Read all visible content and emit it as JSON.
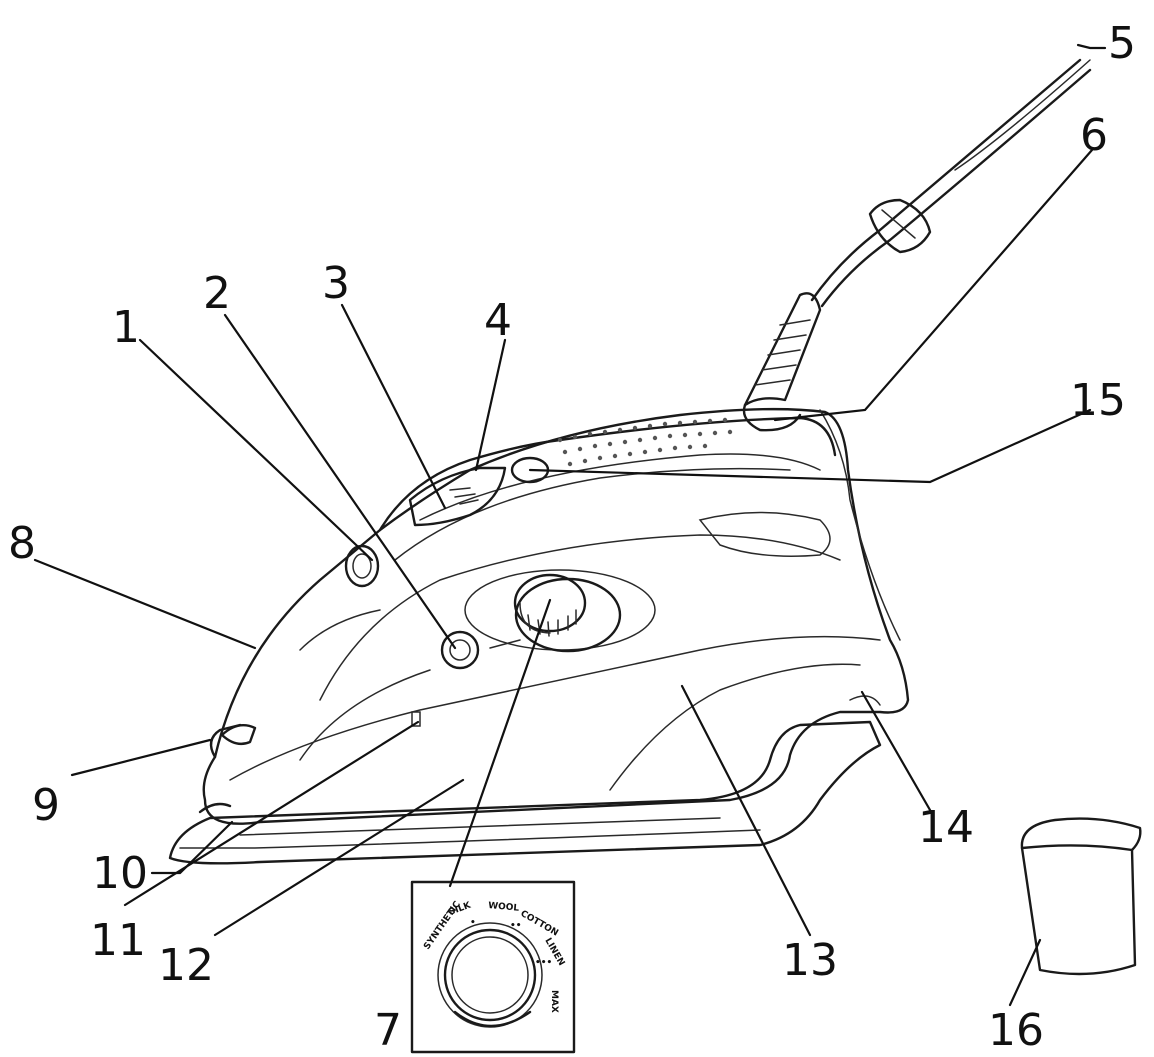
{
  "callouts": [
    {
      "id": "1",
      "label": "1"
    },
    {
      "id": "2",
      "label": "2"
    },
    {
      "id": "3",
      "label": "3"
    },
    {
      "id": "4",
      "label": "4"
    },
    {
      "id": "5",
      "label": "5"
    },
    {
      "id": "6",
      "label": "6"
    },
    {
      "id": "7",
      "label": "7"
    },
    {
      "id": "8",
      "label": "8"
    },
    {
      "id": "9",
      "label": "9"
    },
    {
      "id": "10",
      "label": "10"
    },
    {
      "id": "11",
      "label": "11"
    },
    {
      "id": "12",
      "label": "12"
    },
    {
      "id": "13",
      "label": "13"
    },
    {
      "id": "14",
      "label": "14"
    },
    {
      "id": "15",
      "label": "15"
    },
    {
      "id": "16",
      "label": "16"
    }
  ],
  "dial_inset": {
    "settings": [
      "SYNTHETIC",
      "SILK",
      "WOOL",
      "COTTON",
      "LINEN",
      "MAX"
    ],
    "marks": [
      "•",
      "••",
      "•••"
    ]
  },
  "icons": {
    "iron": "steam-iron-illustration",
    "cup": "measuring-cup-illustration",
    "dial": "temperature-dial-inset"
  }
}
